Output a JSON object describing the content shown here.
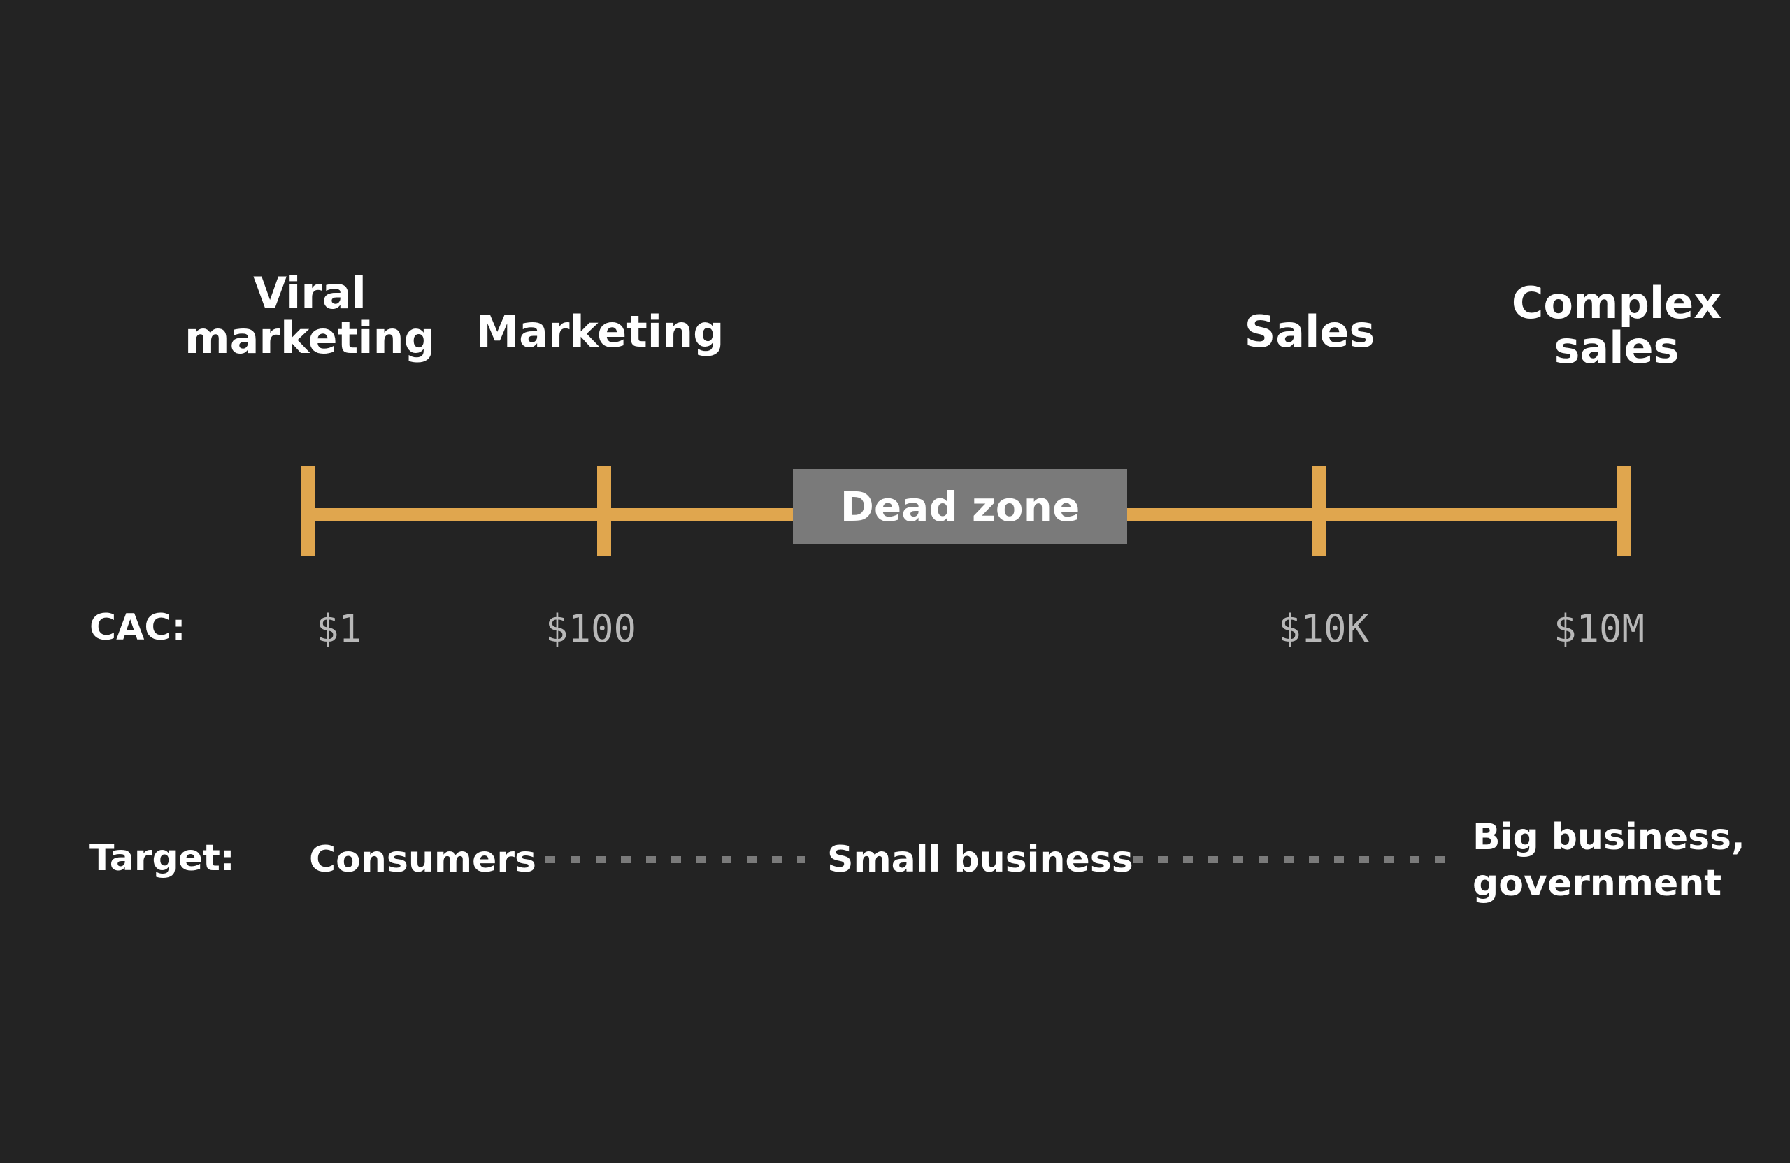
{
  "colors": {
    "background": "#232323",
    "axis": "#E0A64E",
    "dead_zone": "#7A7A7A",
    "dots": "#7A7A7A"
  },
  "methods": [
    {
      "name": "Viral\nmarketing"
    },
    {
      "name": "Marketing"
    },
    {
      "name": "Sales"
    },
    {
      "name": "Complex\nsales"
    }
  ],
  "dead_zone_label": "Dead zone",
  "cac": {
    "label": "CAC:",
    "values": [
      "$1",
      "$100",
      "$10K",
      "$10M"
    ]
  },
  "target": {
    "label": "Target:",
    "segments": [
      "Consumers",
      "Small business",
      "Big business,\ngovernment"
    ]
  }
}
